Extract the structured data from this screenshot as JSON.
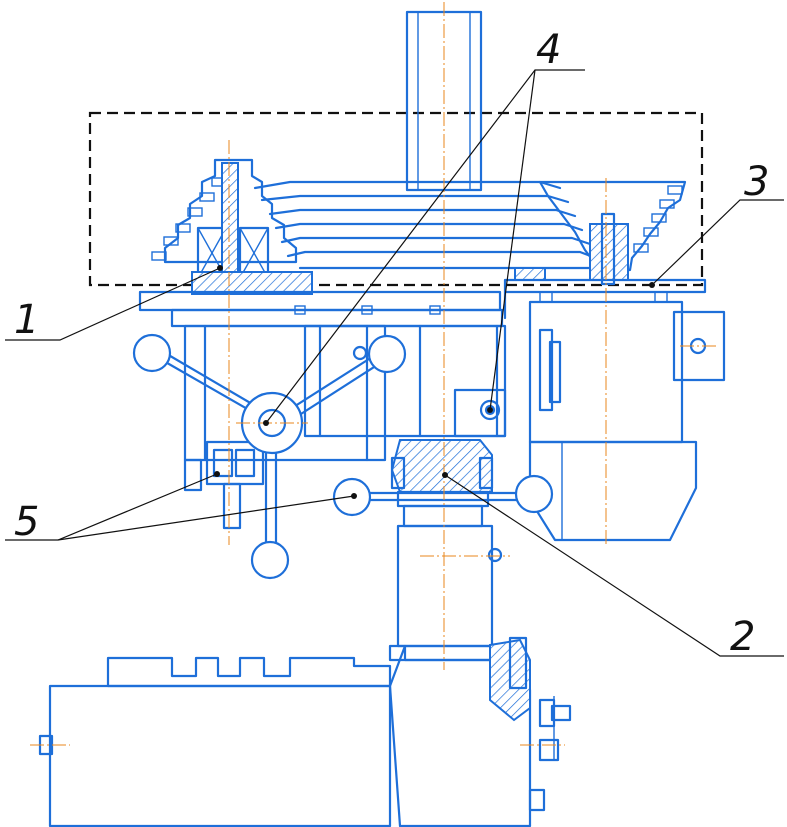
{
  "figure": {
    "callouts": [
      {
        "id": "1",
        "text": "1"
      },
      {
        "id": "2",
        "text": "2"
      },
      {
        "id": "3",
        "text": "3"
      },
      {
        "id": "4",
        "text": "4"
      },
      {
        "id": "5",
        "text": "5"
      }
    ],
    "colors": {
      "outline": "#1e6fd9",
      "centerline": "#e8871e",
      "annotation": "#111111"
    }
  }
}
